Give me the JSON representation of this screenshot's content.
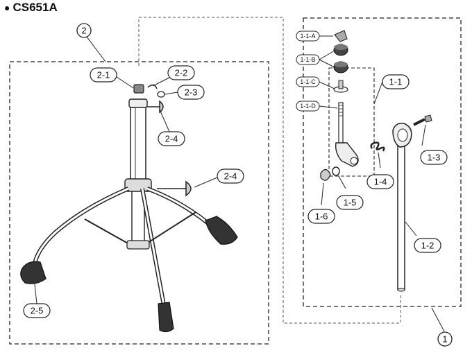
{
  "title": "CS651A",
  "labels": {
    "g1": "1",
    "g2": "2",
    "p2_1": "2-1",
    "p2_2": "2-2",
    "p2_3": "2-3",
    "p2_4a": "2-4",
    "p2_4b": "2-4",
    "p2_5": "2-5",
    "p1_1": "1-1",
    "p1_1A": "1-1-A",
    "p1_1B": "1-1-B",
    "p1_1C": "1-1-C",
    "p1_1D": "1-1-D",
    "p1_2": "1-2",
    "p1_3": "1-3",
    "p1_4": "1-4",
    "p1_5": "1-5",
    "p1_6": "1-6"
  }
}
